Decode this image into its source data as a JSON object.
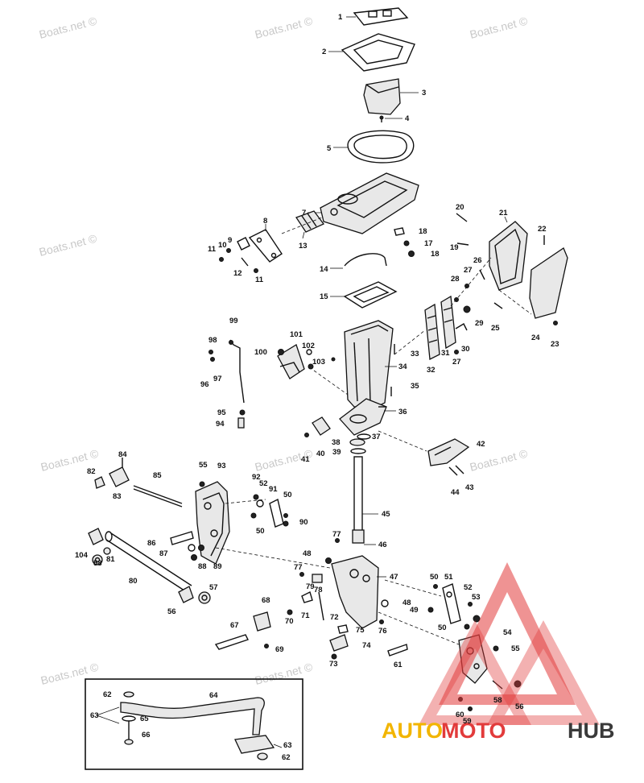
{
  "watermark": "Boats.net ©",
  "logo": {
    "part1": "AUTO",
    "part2": "MOTO",
    "part3": "HUB",
    "colors": {
      "auto": "#f2b500",
      "moto": "#e23b3b",
      "hub": "#3a3a3a"
    }
  },
  "labels": {
    "l1": "1",
    "l2": "2",
    "l3": "3",
    "l4": "4",
    "l5": "5",
    "l7": "7",
    "l8": "8",
    "l9": "9",
    "l10": "10",
    "l11a": "11",
    "l11b": "11",
    "l12": "12",
    "l13": "13",
    "l14": "14",
    "l15": "15",
    "l17": "17",
    "l18a": "18",
    "l18b": "18",
    "l19": "19",
    "l20": "20",
    "l21": "21",
    "l22": "22",
    "l23": "23",
    "l24": "24",
    "l25": "25",
    "l26": "26",
    "l27a": "27",
    "l27b": "27",
    "l28": "28",
    "l29": "29",
    "l30": "30",
    "l31": "31",
    "l32": "32",
    "l33": "33",
    "l34": "34",
    "l35": "35",
    "l36": "36",
    "l37": "37",
    "l38": "38",
    "l39": "39",
    "l40": "40",
    "l41": "41",
    "l42": "42",
    "l43": "43",
    "l44": "44",
    "l45": "45",
    "l46": "46",
    "l47": "47",
    "l48a": "48",
    "l48b": "48",
    "l49": "49",
    "l50a": "50",
    "l50b": "50",
    "l50c": "50",
    "l50d": "50",
    "l51": "51",
    "l52a": "52",
    "l52b": "52",
    "l53": "53",
    "l54": "54",
    "l55a": "55",
    "l55b": "55",
    "l56a": "56",
    "l56b": "56",
    "l57": "57",
    "l58a": "58",
    "l58b": "58",
    "l59": "59",
    "l60": "60",
    "l61": "61",
    "l62a": "62",
    "l62b": "62",
    "l63a": "63",
    "l63b": "63",
    "l64": "64",
    "l65": "65",
    "l66": "66",
    "l67": "67",
    "l68": "68",
    "l69": "69",
    "l70": "70",
    "l71": "71",
    "l72": "72",
    "l73": "73",
    "l74": "74",
    "l75": "75",
    "l76": "76",
    "l77a": "77",
    "l77b": "77",
    "l78": "78",
    "l79": "79",
    "l80": "80",
    "l81": "81",
    "l82": "82",
    "l83": "83",
    "l84": "84",
    "l85": "85",
    "l86": "86",
    "l87": "87",
    "l88": "88",
    "l89": "89",
    "l90": "90",
    "l91": "91",
    "l92": "92",
    "l93": "93",
    "l94": "94",
    "l95": "95",
    "l96": "96",
    "l97": "97",
    "l98": "98",
    "l99": "99",
    "l100": "100",
    "l101": "101",
    "l102": "102",
    "l103": "103",
    "l104": "104"
  }
}
